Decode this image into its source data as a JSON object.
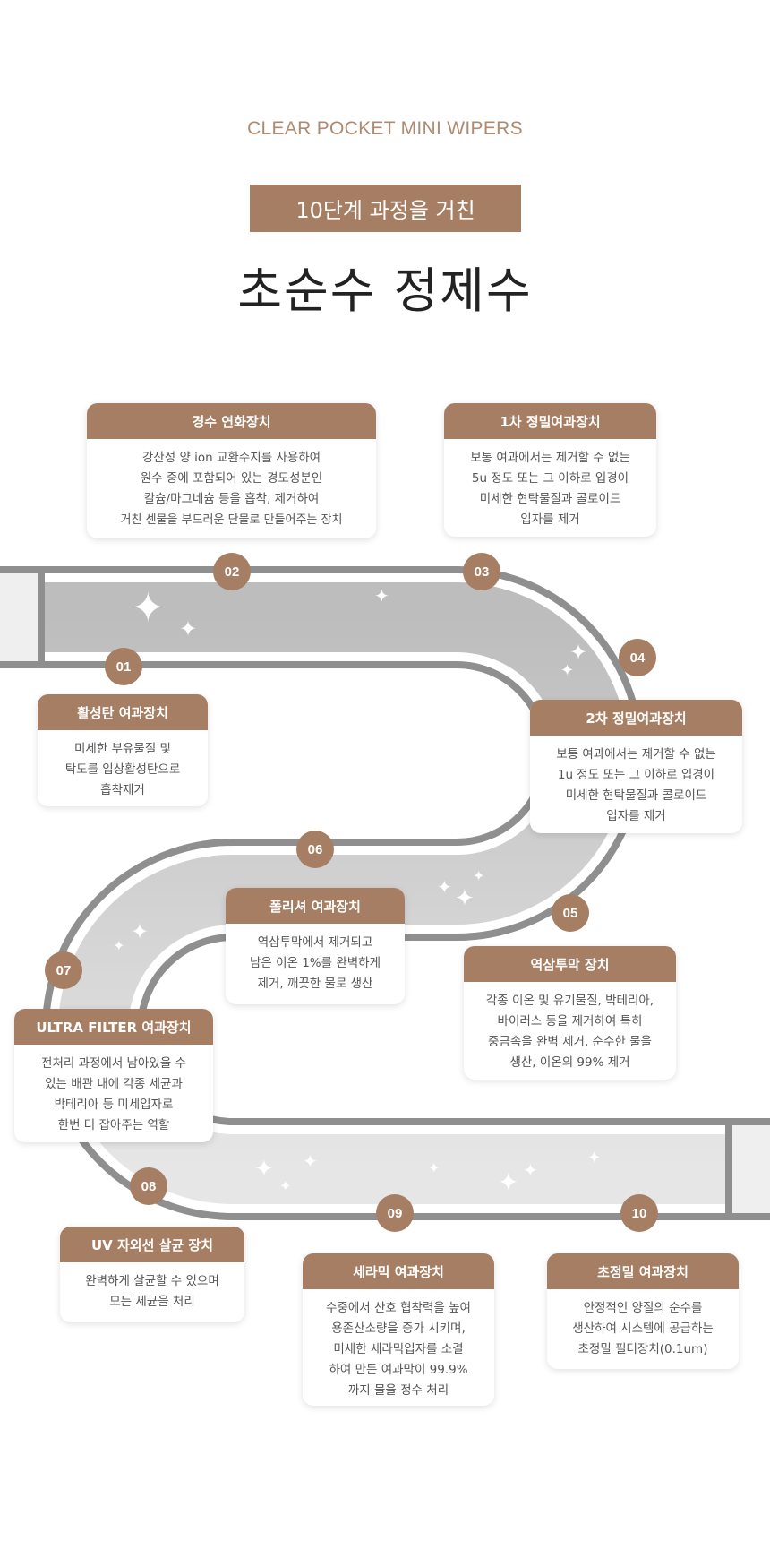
{
  "brand": "CLEAR POCKET MINI WIPERS",
  "banner": "10단계 과정을 거친",
  "title": "초순수 정제수",
  "colors": {
    "accent": "#a67e63",
    "pipe_outer": "#8f8f8f",
    "pipe_inner": "#cfcfcf"
  },
  "badges": [
    "01",
    "02",
    "03",
    "04",
    "05",
    "06",
    "07",
    "08",
    "09",
    "10"
  ],
  "cards": [
    {
      "title": "활성탄 여과장치",
      "lines": [
        "미세한 부유물질 및",
        "탁도를 입상활성탄으로",
        "흡착제거"
      ]
    },
    {
      "title": "경수 연화장치",
      "lines": [
        "강산성 양 ion 교환수지를 사용하여",
        "원수 중에 포함되어 있는 경도성분인",
        "칼슘/마그네슘 등을 흡착, 제거하여",
        "거친 센물을 부드러운 단물로 만들어주는 장치"
      ]
    },
    {
      "title": "1차 정밀여과장치",
      "lines": [
        "보통 여과에서는 제거할 수 없는",
        "5u 정도 또는 그 이하로 입경이",
        "미세한 현탁물질과 콜로이드",
        "입자를 제거"
      ]
    },
    {
      "title": "2차 정밀여과장치",
      "lines": [
        "보통 여과에서는 제거할 수 없는",
        "1u 정도 또는 그 이하로 입경이",
        "미세한 현탁물질과 콜로이드",
        "입자를 제거"
      ]
    },
    {
      "title": "역삼투막 장치",
      "lines": [
        "각종 이온 및 유기물질, 박테리아,",
        "바이러스 등을 제거하여 특히",
        "중금속을 완벽 제거, 순수한 물을",
        "생산, 이온의 99% 제거"
      ]
    },
    {
      "title": "폴리셔 여과장치",
      "lines": [
        "역삼투막에서 제거되고",
        "남은 이온 1%를 완벽하게",
        "제거, 깨끗한 물로 생산"
      ]
    },
    {
      "title": "ULTRA FILTER 여과장치",
      "lines": [
        "전처리 과정에서 남아있을 수",
        "있는 배관 내에 각종 세균과",
        "박테리아 등 미세입자로",
        "한번 더 잡아주는 역할"
      ]
    },
    {
      "title": "UV 자외선 살균 장치",
      "lines": [
        "완벽하게 살균할 수 있으며",
        "모든 세균을 처리"
      ]
    },
    {
      "title": "세라믹 여과장치",
      "lines": [
        "수중에서 산호 협착력을 높여",
        "용존산소량을 증가 시키며,",
        "미세한 세라믹입자를 소결",
        "하여 만든 여과막이 99.9%",
        "까지 물을 정수 처리"
      ]
    },
    {
      "title": "초정밀 여과장치",
      "lines": [
        "안정적인 양질의 순수를",
        "생산하여 시스템에 공급하는",
        "초정밀 필터장치(0.1um)"
      ]
    }
  ]
}
